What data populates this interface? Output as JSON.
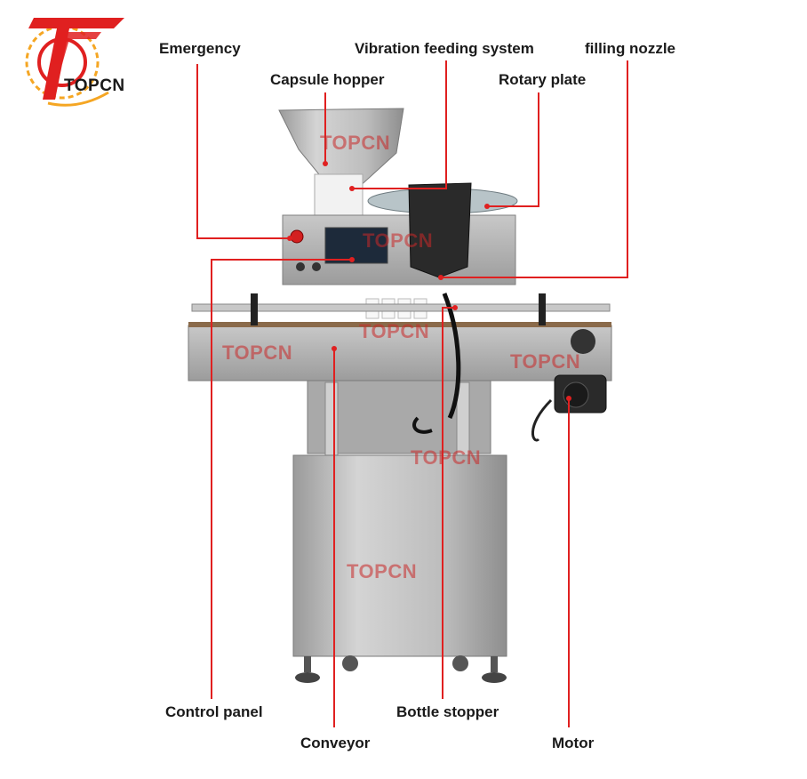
{
  "brand": {
    "name": "TOPCN",
    "logo_color": "#e02020",
    "logo_accent": "#f5a623"
  },
  "watermark": "TOPCN",
  "accent_color": "#e02020",
  "labels": {
    "emergency": "Emergency",
    "vibration_feeding_system": "Vibration feeding system",
    "filling_nozzle": "filling nozzle",
    "capsule_hopper": "Capsule hopper",
    "rotary_plate": "Rotary plate",
    "control_panel": "Control panel",
    "bottle_stopper": "Bottle stopper",
    "conveyor": "Conveyor",
    "motor": "Motor"
  }
}
